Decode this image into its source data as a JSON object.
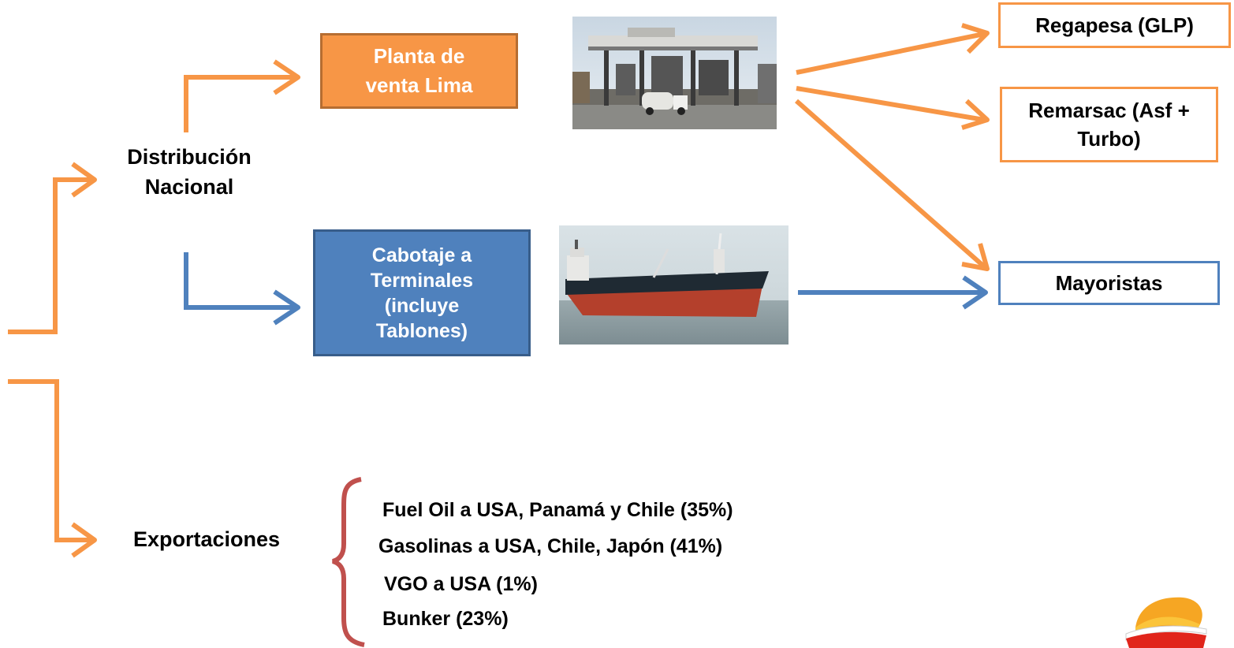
{
  "nodes": {
    "distribucion": "Distribución Nacional",
    "exportaciones": "Exportaciones",
    "planta": "Planta de venta Lima",
    "cabotaje": "Cabotaje a Terminales (incluye Tablones)",
    "regapesa": "Regapesa (GLP)",
    "remarsac": "Remarsac (Asf + Turbo)",
    "mayoristas": "Mayoristas"
  },
  "exports": [
    "Fuel Oil a USA, Panamá y Chile  (35%)",
    "Gasolinas a USA, Chile, Japón (41%)",
    "VGO a USA (1%)",
    "Bunker (23%)"
  ],
  "colors": {
    "orange": "#f79646",
    "orange_border": "#b66d31",
    "blue": "#4f81bd",
    "blue_border": "#385d8a",
    "brace": "#c0504d"
  },
  "images": {
    "plant": "dispatch-plant-photo",
    "ship": "tanker-ship-photo",
    "logo": "repsol-logo"
  }
}
